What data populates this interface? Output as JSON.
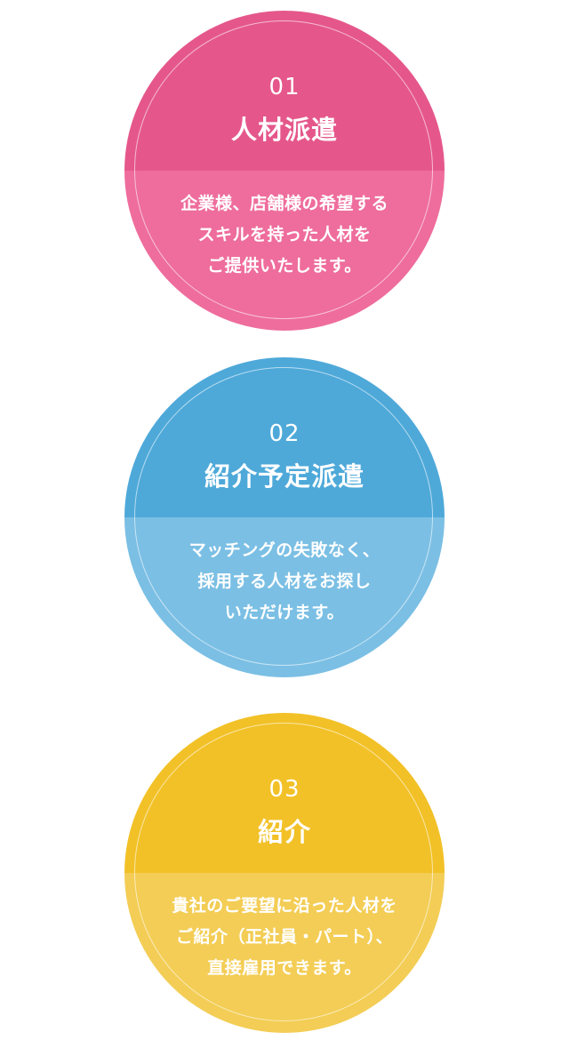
{
  "services": [
    {
      "number": "01",
      "title": "人材派遣",
      "description": [
        "企業様、店舗様の希望する",
        "スキルを持った人材を",
        "ご提供いたします。"
      ],
      "colors": {
        "top": "#e5578b",
        "bottom": "#ee6d9c"
      }
    },
    {
      "number": "02",
      "title": "紹介予定派遣",
      "description": [
        "マッチングの失敗なく、",
        "採用する人材をお探し",
        "いただけます。"
      ],
      "colors": {
        "top": "#4ea9d9",
        "bottom": "#7bbfe4"
      }
    },
    {
      "number": "03",
      "title": "紹介",
      "description": [
        "貴社のご要望に沿った人材を",
        "ご紹介（正社員・パート）、",
        "直接雇用できます。"
      ],
      "colors": {
        "top": "#f2c127",
        "bottom": "#f3cd55"
      }
    }
  ]
}
